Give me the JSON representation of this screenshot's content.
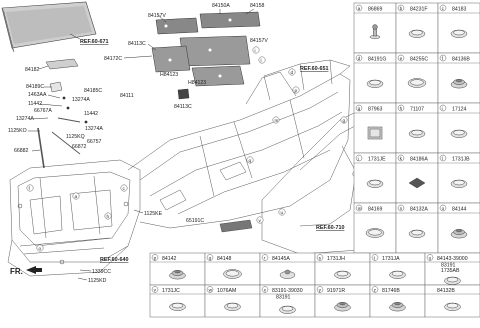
{
  "refs": {
    "r1": "REF.60-671",
    "r2": "REF.60-651",
    "r3": "REF.60-640",
    "r4": "REF.60-710"
  },
  "front_label": "FR.",
  "labels": {
    "l_84182": "84182",
    "l_84189c": "84189C",
    "l_1463aa": "1463AA",
    "l_11442a": "11442",
    "l_13274a_1": "13274A",
    "l_66767a": "66767A",
    "l_11442b": "11442",
    "l_13274a_2": "13274A",
    "l_84185c": "84185C",
    "l_13274a_3": "13274A",
    "l_1125ko_1": "1125KO",
    "l_1125kq": "1125KQ",
    "l_66757": "66757",
    "l_66872": "66872",
    "l_66882": "66882",
    "l_1125ke": "1125KE",
    "l_1339cc": "1339CC",
    "l_1125kd": "1125KD",
    "l_84157v_1": "84157V",
    "l_84150a": "84150A",
    "l_84158": "84158",
    "l_84113c_1": "84113C",
    "l_84172c": "84172C",
    "l_84157v_2": "84157V",
    "l_h84123_1": "H84123",
    "l_h84123_2": "H84123",
    "l_84111": "84111",
    "l_84113c_2": "84113C",
    "l_65191c": "65191C"
  },
  "parts_table": [
    {
      "letter": "a",
      "code": "86869",
      "icon": "bolt-plug"
    },
    {
      "letter": "b",
      "code": "84231F",
      "icon": "round-plug"
    },
    {
      "letter": "c",
      "code": "84183",
      "icon": "round-plug"
    },
    {
      "letter": "d",
      "code": "84191G",
      "icon": "round-plug"
    },
    {
      "letter": "e",
      "code": "84255C",
      "icon": "oval-plug"
    },
    {
      "letter": "f",
      "code": "84136B",
      "icon": "round-plug-ribbed"
    },
    {
      "letter": "g",
      "code": "87963",
      "icon": "square-pad"
    },
    {
      "letter": "h",
      "code": "71107",
      "icon": "round-plug"
    },
    {
      "letter": "i",
      "code": "17124",
      "icon": "round-plug"
    },
    {
      "letter": "j",
      "code": "1731JE",
      "icon": "round-plug"
    },
    {
      "letter": "k",
      "code": "84186A",
      "icon": "dark-pad"
    },
    {
      "letter": "l",
      "code": "1731JB",
      "icon": "round-plug"
    },
    {
      "letter": "m",
      "code": "84169",
      "icon": "oval-plug"
    },
    {
      "letter": "n",
      "code": "84132A",
      "icon": "round-plug"
    },
    {
      "letter": "o",
      "code": "84144",
      "icon": "round-plug-ribbed"
    },
    {
      "letter": "p",
      "code": "84142",
      "icon": "round-plug-ribbed"
    },
    {
      "letter": "q",
      "code": "84148",
      "icon": "oval-plug"
    },
    {
      "letter": "r",
      "code": "84145A",
      "icon": "grommet"
    },
    {
      "letter": "s",
      "code": "1731JH",
      "icon": "round-plug"
    },
    {
      "letter": "t",
      "code": "1731JA",
      "icon": "round-plug"
    },
    {
      "letter": "u",
      "code": "84143-39000",
      "code2": "83191",
      "code3": "1735AB",
      "icon": "round-plug"
    },
    {
      "letter": "v",
      "code": "1731JC",
      "icon": "round-plug"
    },
    {
      "letter": "w",
      "code": "1076AM",
      "icon": "round-plug"
    },
    {
      "letter": "x",
      "code": "83191-39030",
      "code2": "83191",
      "icon": "round-plug"
    },
    {
      "letter": "y",
      "code": "91971R",
      "icon": "round-plug-ribbed"
    },
    {
      "letter": "z",
      "code": "81746B",
      "icon": "round-plug-ribbed"
    },
    {
      "letter": "",
      "code": "84132B",
      "icon": "round-plug"
    }
  ]
}
